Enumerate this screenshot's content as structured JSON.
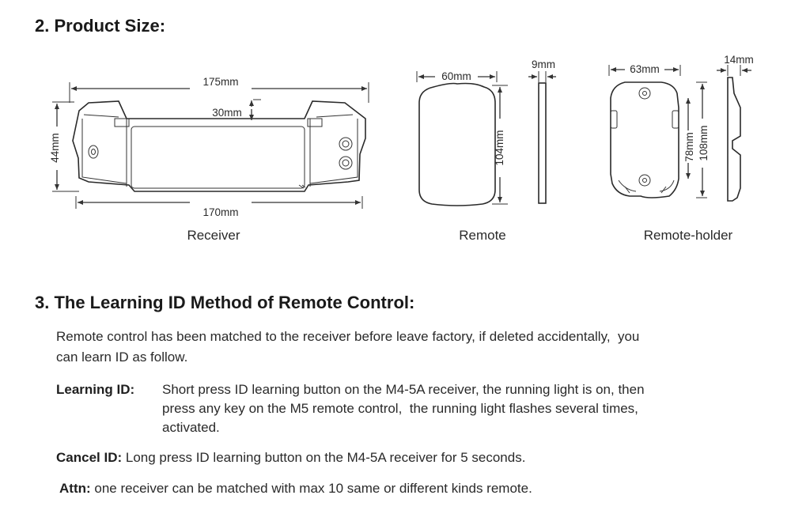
{
  "section2": {
    "heading": "2. Product Size:",
    "receiver": {
      "caption": "Receiver",
      "width_total": "175mm",
      "width_base": "170mm",
      "height": "44mm",
      "depth": "30mm"
    },
    "remote": {
      "caption": "Remote",
      "width": "60mm",
      "height": "104mm",
      "thickness": "9mm"
    },
    "remote_holder": {
      "caption": "Remote-holder",
      "width": "63mm",
      "inner_height": "78mm",
      "height": "108mm",
      "thickness": "14mm"
    }
  },
  "section3": {
    "heading": "3. The Learning ID Method of Remote Control:",
    "intro_line1": "Remote control has been matched to the receiver before leave factory, if deleted accidentally,  you",
    "intro_line2": "can learn ID as follow.",
    "learning": {
      "label": "Learning ID:",
      "line1": "Short press ID learning button on the M4-5A receiver, the running light is on, then",
      "line2": "press any key on the M5 remote control,  the running light flashes several times,",
      "line3": "activated."
    },
    "cancel": {
      "label": "Cancel ID:",
      "text": "Long press ID learning button on the M4-5A receiver for 5 seconds."
    },
    "attn": {
      "label": "Attn:",
      "text": "one receiver can be matched with max 10 same or different kinds remote."
    }
  }
}
